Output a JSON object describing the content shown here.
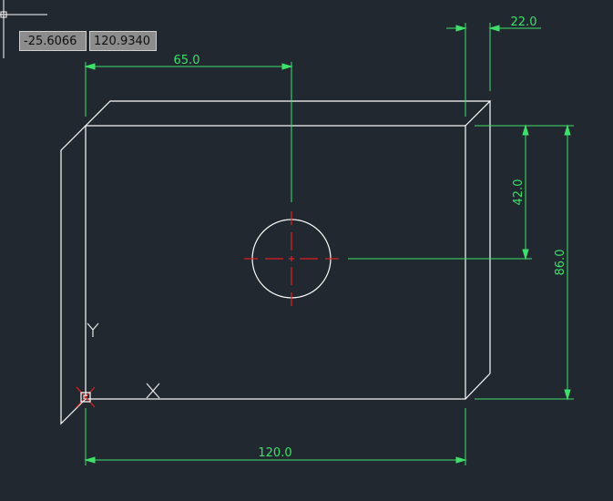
{
  "coordinates": {
    "x": "-25.6066",
    "y": "120.9340"
  },
  "dimensions": {
    "hole_offset": "65.0",
    "depth": "22.0",
    "hole_height": "42.0",
    "height": "86.0",
    "width": "120.0"
  },
  "ucs": {
    "x_label": "X",
    "y_label": "Y"
  },
  "colors": {
    "background": "#212830",
    "geometry": "#ffffff",
    "dimension": "#3ee06a",
    "centerline": "#e02020",
    "ucs_icon": "#e8e8e8"
  },
  "icons": {
    "crosshair": "crosshair-cursor-icon",
    "ucs": "ucs-axis-icon"
  }
}
